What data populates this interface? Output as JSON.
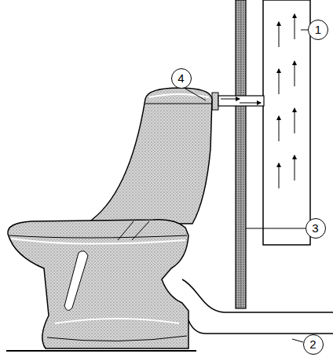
{
  "diagram": {
    "labels": [
      "1",
      "4",
      "3",
      "2"
    ]
  }
}
